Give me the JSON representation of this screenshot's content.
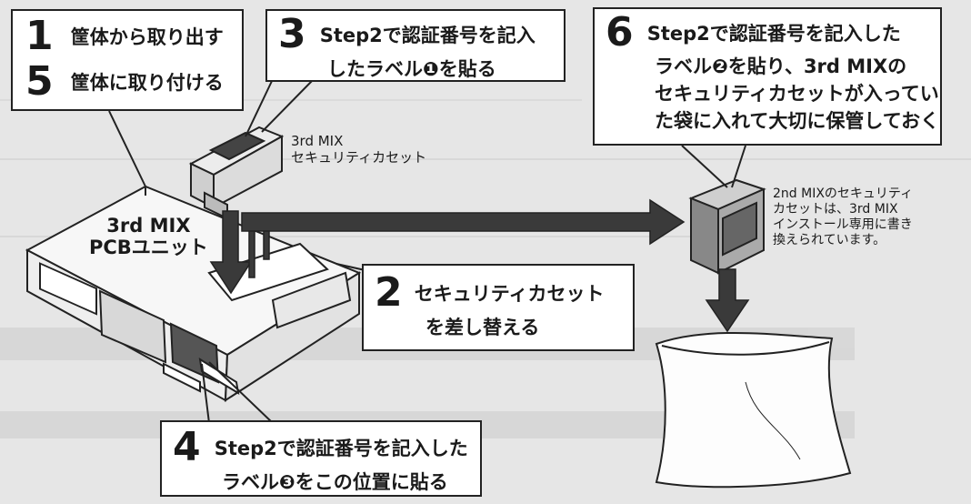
{
  "steps": {
    "s1": {
      "num": "1",
      "text": "筐体から取り出す"
    },
    "s5": {
      "num": "5",
      "text": "筐体に取り付ける"
    },
    "s3": {
      "num": "3",
      "line1": "Step2で認証番号を記入",
      "line2": "したラベル❶を貼る"
    },
    "s6": {
      "num": "6",
      "line1": "Step2で認証番号を記入した",
      "line2": "ラベル❷を貼り、3rd MIXの",
      "line3": "セキュリティカセットが入ってい",
      "line4": "た袋に入れて大切に保管しておく"
    },
    "s2": {
      "num": "2",
      "line1": "セキュリティカセット",
      "line2": "を差し替える"
    },
    "s4": {
      "num": "4",
      "line1": "Step2で認証番号を記入した",
      "line2": "ラベル❸をこの位置に貼る"
    }
  },
  "labels": {
    "cassette3rd": {
      "line1": "3rd MIX",
      "line2": "セキュリティカセット"
    },
    "pcb": {
      "line1": "3rd MIX",
      "line2": "PCBユニット"
    },
    "note2nd": {
      "line1": "2nd MIXのセキュリティ",
      "line2": "カセットは、3rd MIX",
      "line3": "インストール専用に書き",
      "line4": "換えられています。"
    }
  },
  "colors": {
    "arrow": "#3a3a3a",
    "background": "#e6e6e6",
    "box": "#ffffff"
  }
}
